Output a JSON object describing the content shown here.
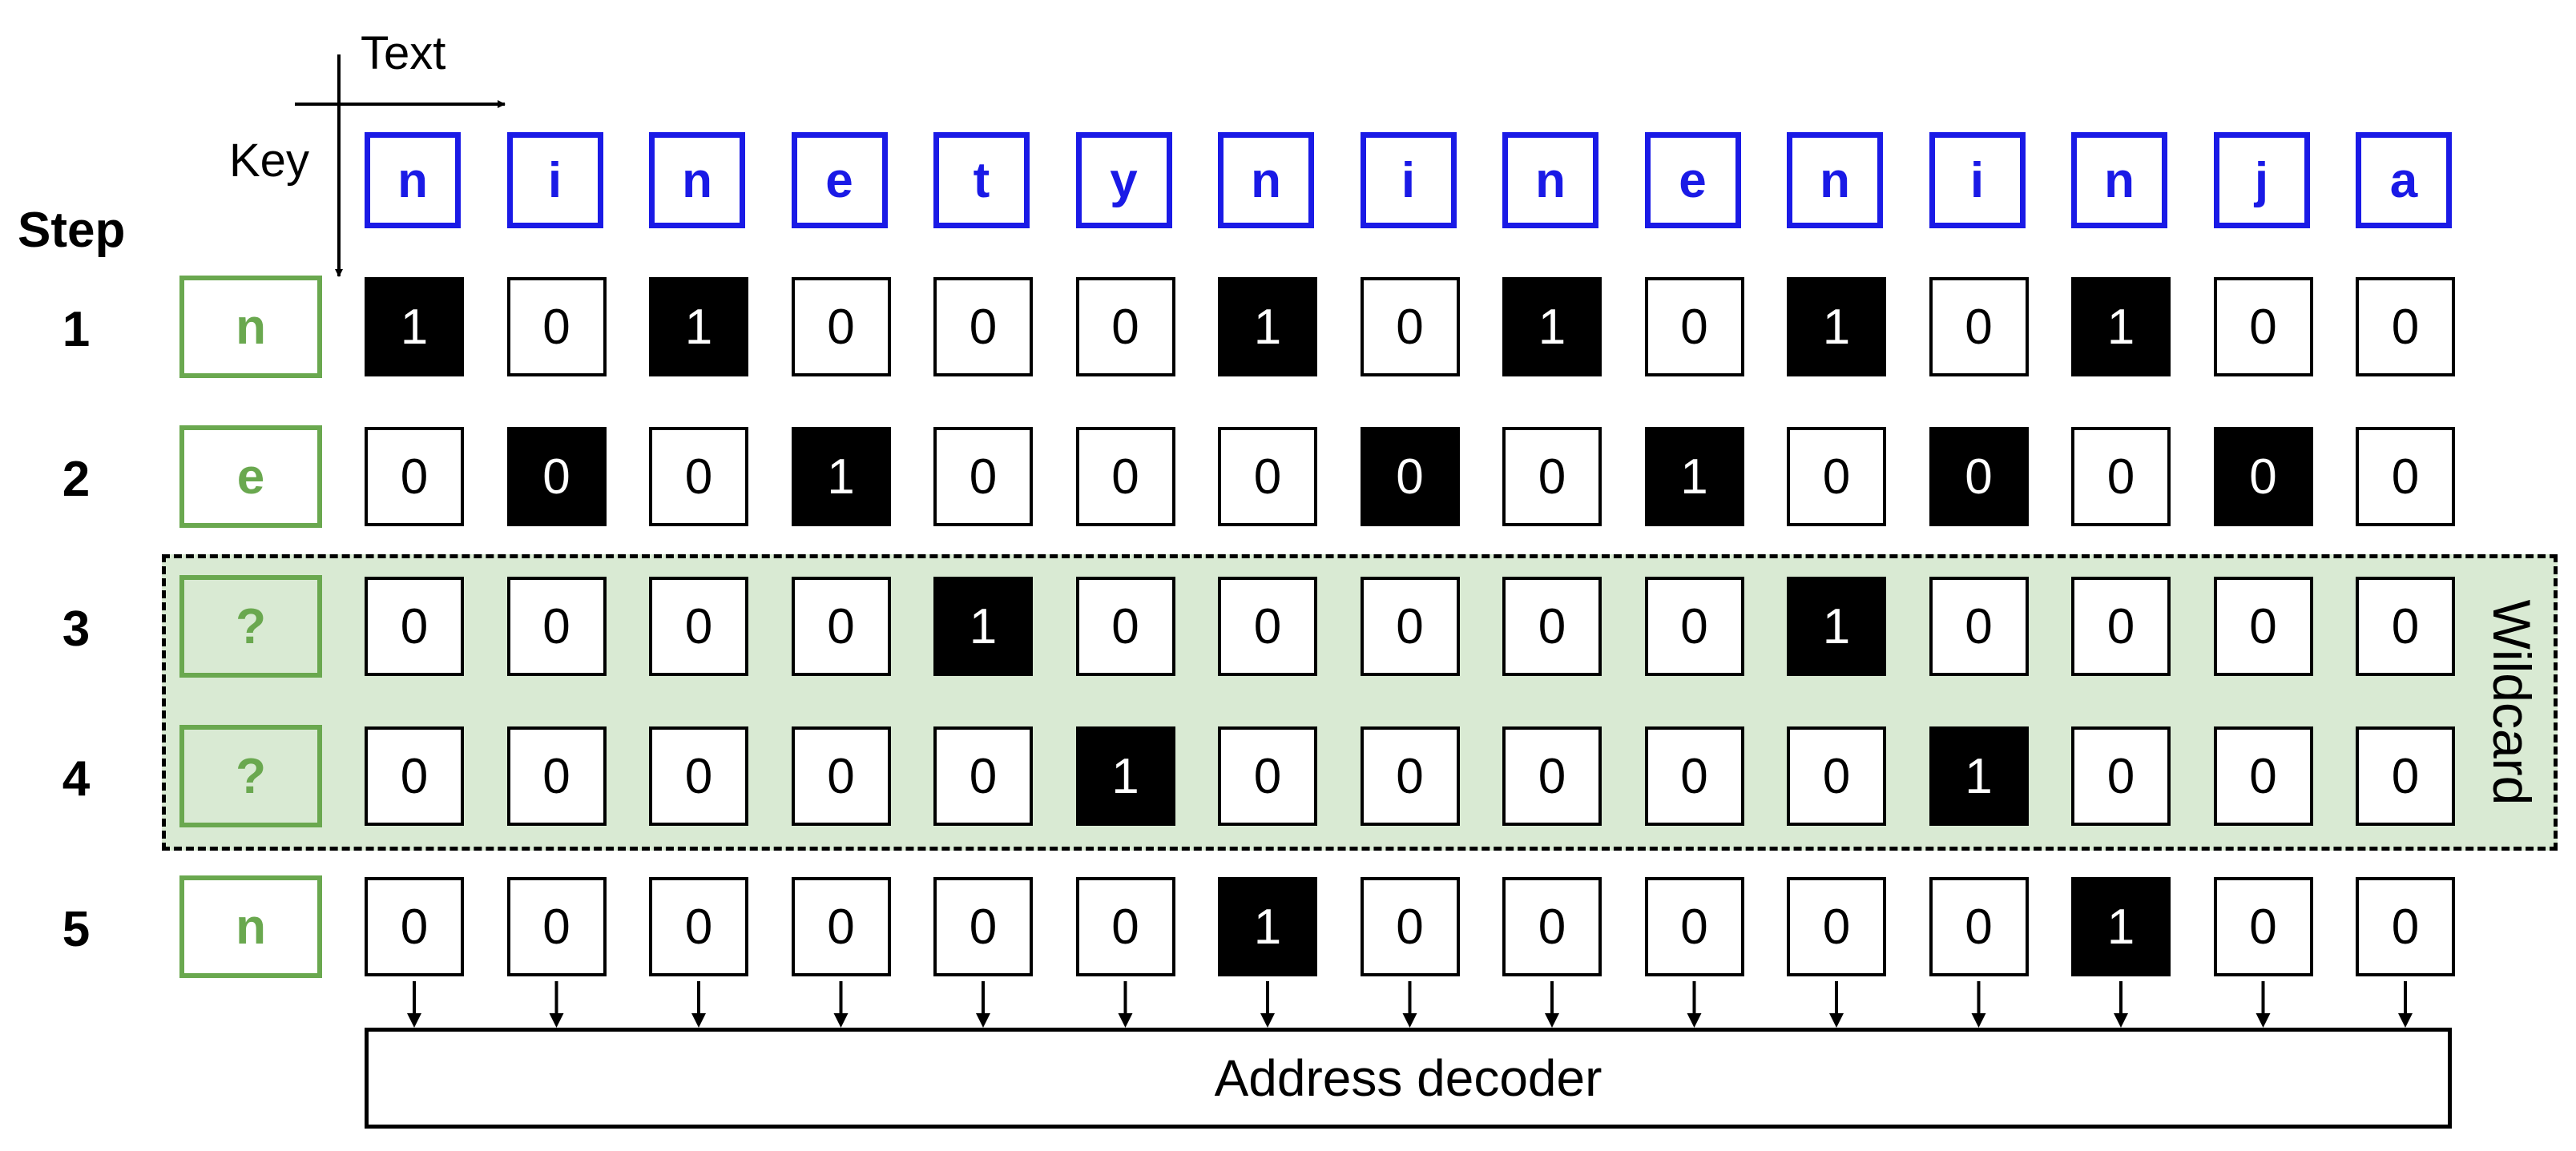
{
  "axes": {
    "text_label": "Text",
    "key_label": "Key"
  },
  "step_header": "Step",
  "text_chars": [
    "n",
    "i",
    "n",
    "e",
    "t",
    "y",
    "n",
    "i",
    "n",
    "e",
    "n",
    "i",
    "n",
    "j",
    "a"
  ],
  "rows": [
    {
      "step": "1",
      "key": "n",
      "bits": [
        "1",
        "0",
        "1",
        "0",
        "0",
        "0",
        "1",
        "0",
        "1",
        "0",
        "1",
        "0",
        "1",
        "0",
        "0"
      ],
      "highlight": [
        1,
        0,
        1,
        0,
        0,
        0,
        1,
        0,
        1,
        0,
        1,
        0,
        1,
        0,
        0
      ]
    },
    {
      "step": "2",
      "key": "e",
      "bits": [
        "0",
        "0",
        "0",
        "1",
        "0",
        "0",
        "0",
        "0",
        "0",
        "1",
        "0",
        "0",
        "0",
        "0",
        "0"
      ],
      "highlight": [
        0,
        1,
        0,
        1,
        0,
        0,
        0,
        1,
        0,
        1,
        0,
        1,
        0,
        1,
        0
      ]
    },
    {
      "step": "3",
      "key": "?",
      "bits": [
        "0",
        "0",
        "0",
        "0",
        "1",
        "0",
        "0",
        "0",
        "0",
        "0",
        "1",
        "0",
        "0",
        "0",
        "0"
      ],
      "highlight": [
        0,
        0,
        0,
        0,
        1,
        0,
        0,
        0,
        0,
        0,
        1,
        0,
        0,
        0,
        0
      ]
    },
    {
      "step": "4",
      "key": "?",
      "bits": [
        "0",
        "0",
        "0",
        "0",
        "0",
        "1",
        "0",
        "0",
        "0",
        "0",
        "0",
        "1",
        "0",
        "0",
        "0"
      ],
      "highlight": [
        0,
        0,
        0,
        0,
        0,
        1,
        0,
        0,
        0,
        0,
        0,
        1,
        0,
        0,
        0
      ]
    },
    {
      "step": "5",
      "key": "n",
      "bits": [
        "0",
        "0",
        "0",
        "0",
        "0",
        "0",
        "1",
        "0",
        "0",
        "0",
        "0",
        "0",
        "1",
        "0",
        "0"
      ],
      "highlight": [
        0,
        0,
        0,
        0,
        0,
        0,
        1,
        0,
        0,
        0,
        0,
        0,
        1,
        0,
        0
      ]
    }
  ],
  "wildcard_label": "Wildcard",
  "decoder_label": "Address decoder",
  "colors": {
    "text_border": "#1a1ae6",
    "key_border": "#6aa84f",
    "wildcard_fill": "#d9ead3",
    "active_cell": "#000000"
  }
}
